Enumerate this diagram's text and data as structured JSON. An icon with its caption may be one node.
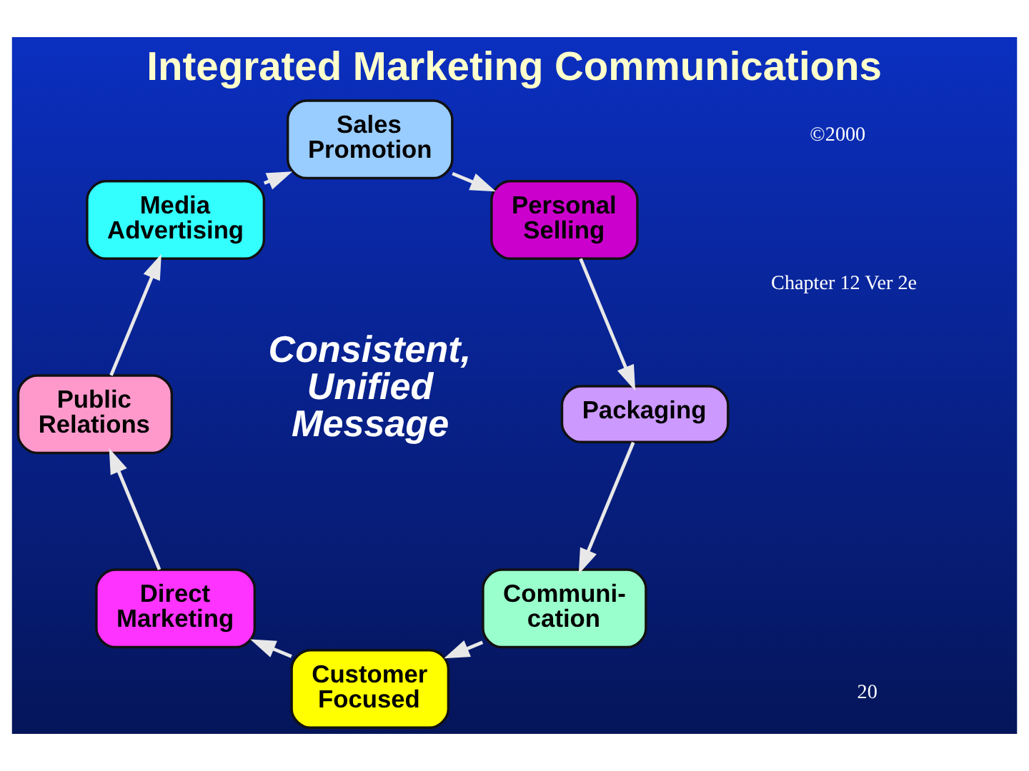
{
  "diagram": {
    "title": "Integrated Marketing Communications",
    "nodes": [
      {
        "text": [
          "Media Advertising"
        ]
      },
      {
        "text": [
          "Sales Promotion"
        ]
      },
      {
        "text": [
          "Personal Selling"
        ]
      },
      {
        "text": [
          "Packaging"
        ]
      },
      {
        "text": [
          "Communi- cation"
        ]
      },
      {
        "text": [
          "Customer Focused"
        ]
      },
      {
        "text": [
          "Direct Marketing"
        ]
      },
      {
        "text": [
          "Public Relations"
        ]
      }
    ],
    "edges": [
      {
        "from": 0,
        "to": 1,
        "arrow": "to"
      },
      {
        "from": 1,
        "to": 2,
        "arrow": "to"
      },
      {
        "from": 2,
        "to": 3,
        "arrow": "to"
      },
      {
        "from": 3,
        "to": 4,
        "arrow": "to"
      },
      {
        "from": 4,
        "to": 5,
        "arrow": "to"
      },
      {
        "from": 5,
        "to": 6,
        "arrow": "to"
      },
      {
        "from": 6,
        "to": 7,
        "arrow": "to"
      },
      {
        "from": 7,
        "to": 0,
        "arrow": "to"
      }
    ],
    "labels": [
      "Consistent, Unified Message",
      "Chapter 12 Ver 2e",
      "©2000",
      "20"
    ]
  }
}
